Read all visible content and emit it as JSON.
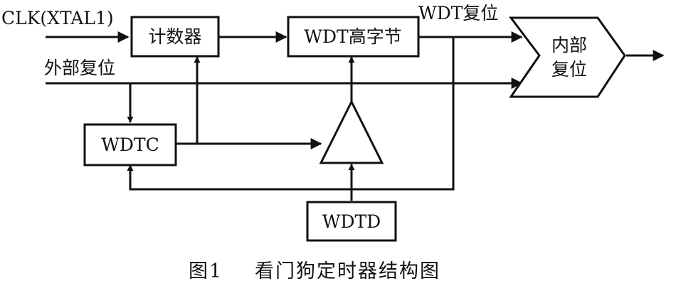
{
  "inputs": {
    "clk": "CLK(XTAL1)",
    "external_reset": "外部复位"
  },
  "blocks": {
    "counter": "计数器",
    "wdt_high": "WDT高字节",
    "wdtc": "WDTC",
    "wdtd": "WDTD",
    "internal_reset_line1": "内部",
    "internal_reset_line2": "复位"
  },
  "signals": {
    "wdt_reset": "WDT复位"
  },
  "caption": {
    "figure_no": "图1",
    "title": "看门狗定时器结构图"
  }
}
